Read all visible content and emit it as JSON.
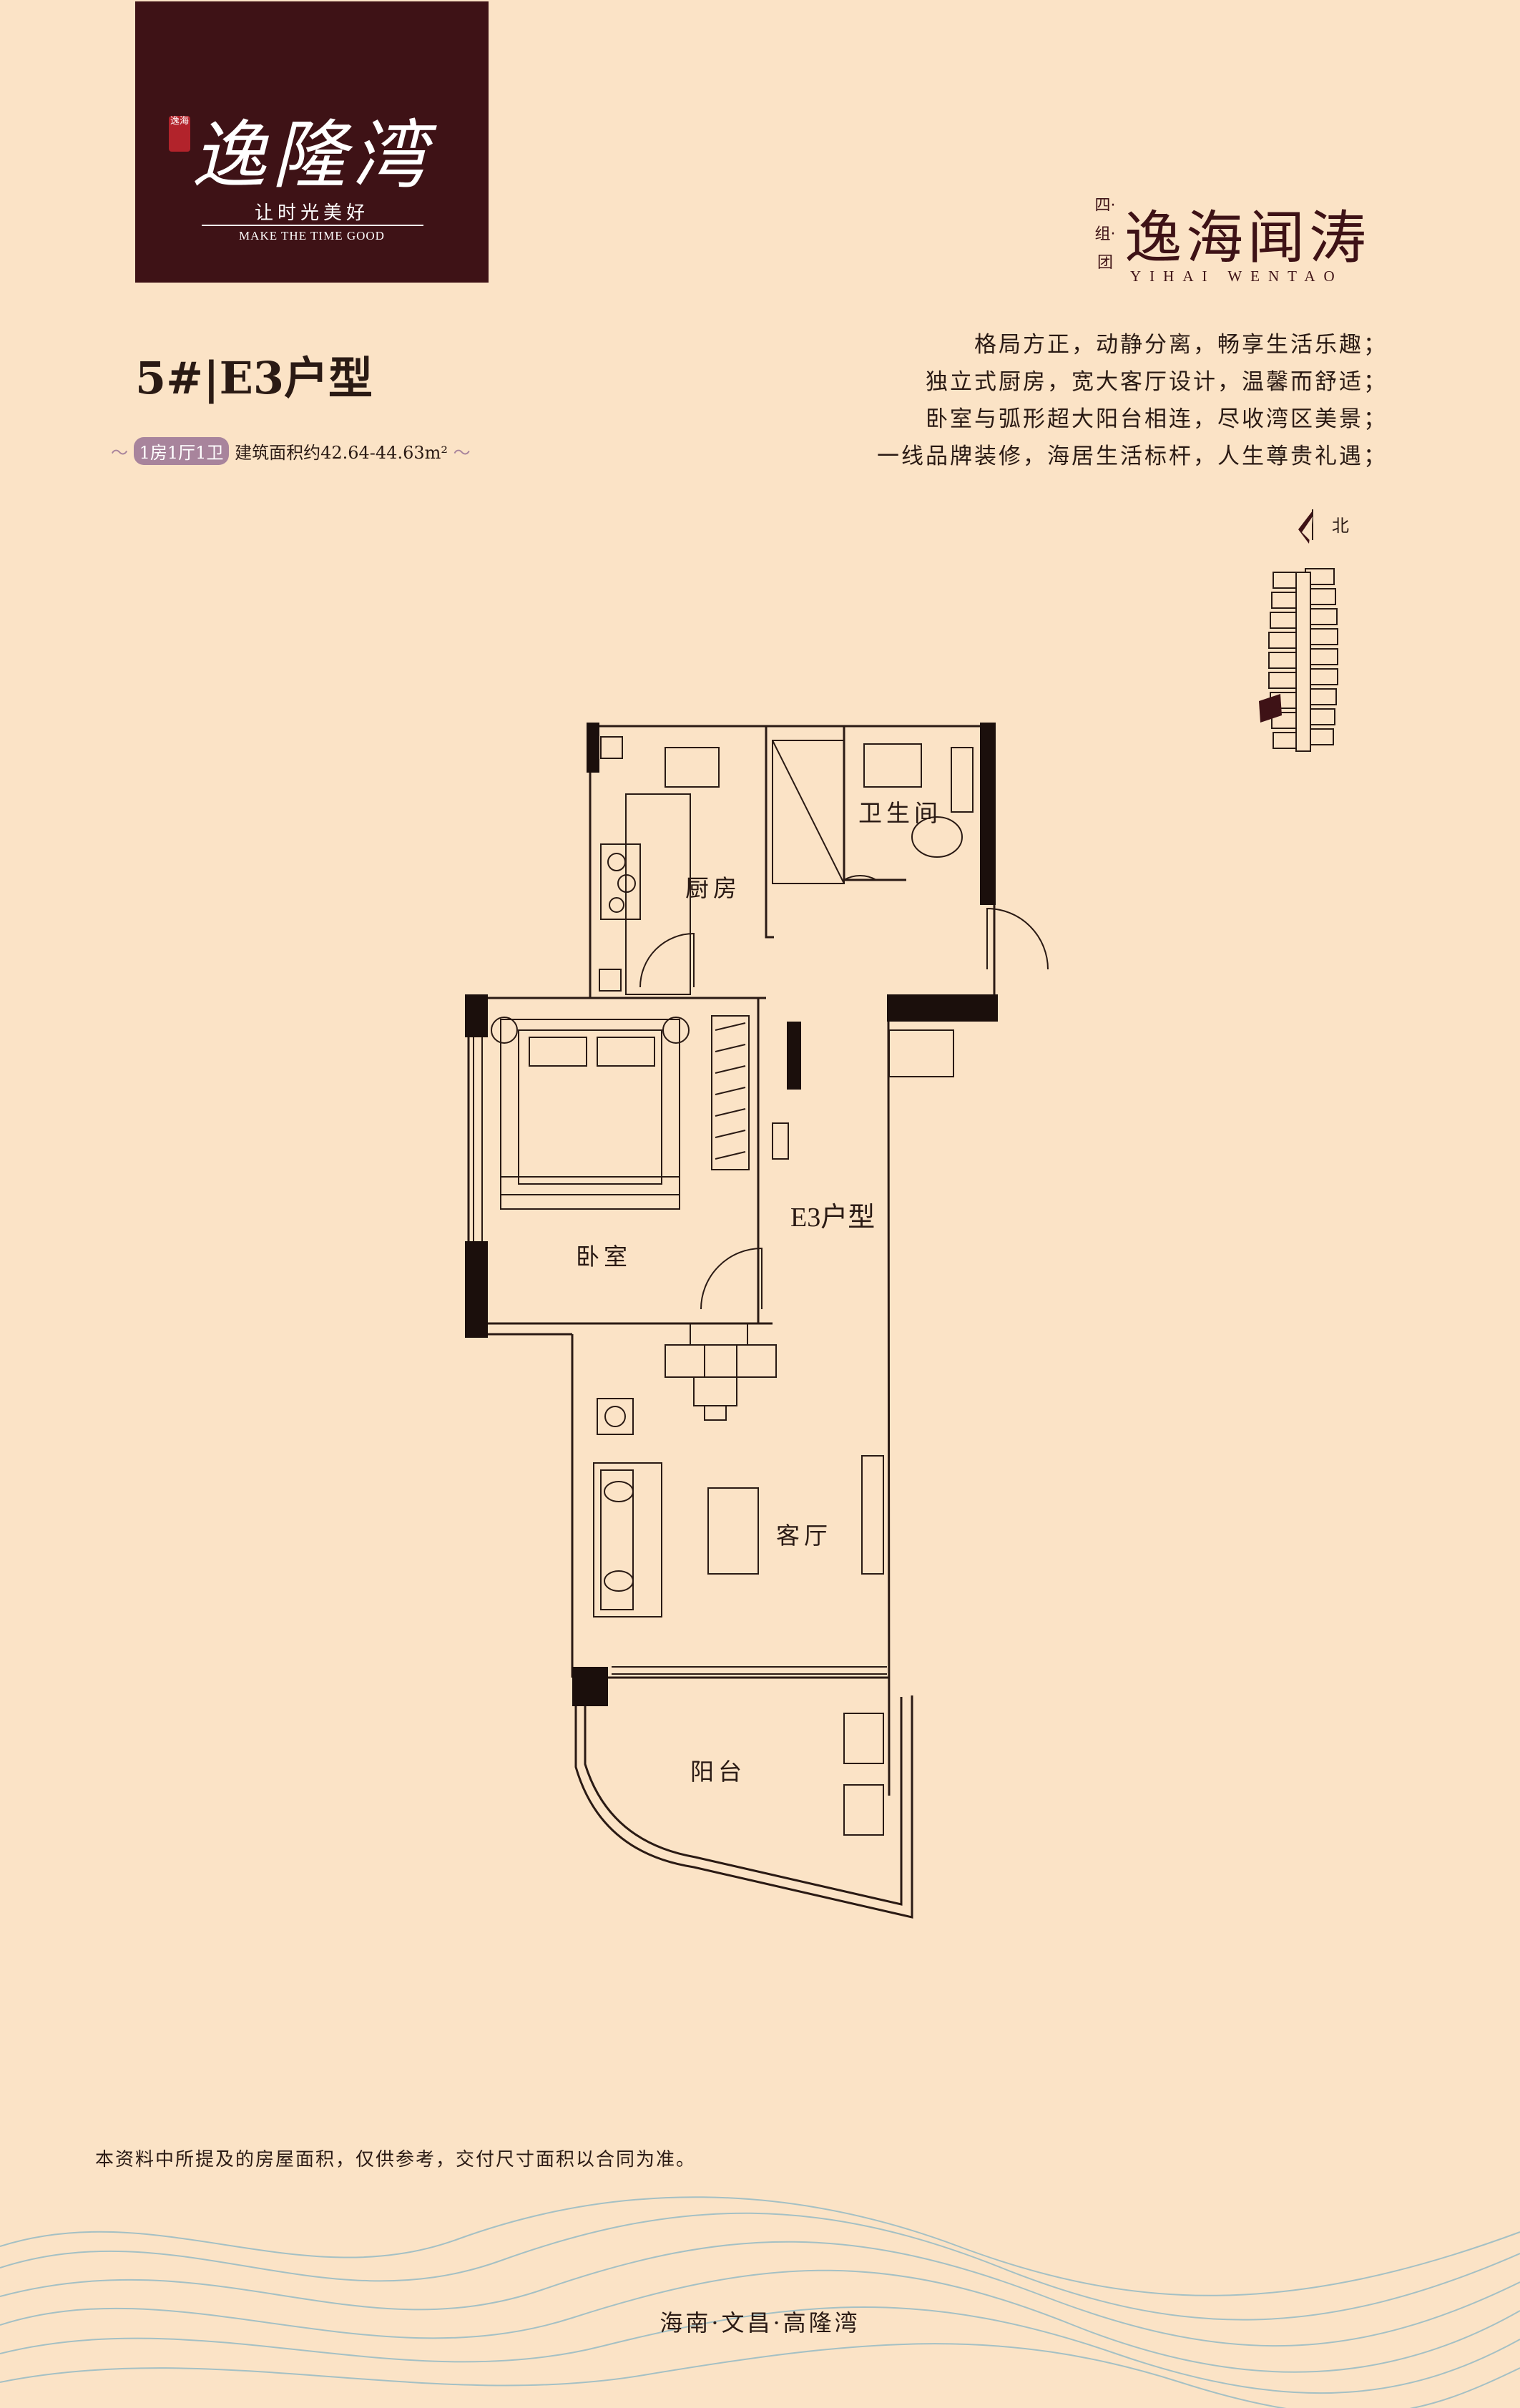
{
  "brand": {
    "logo_text": "逸隆湾",
    "seal_text": "逸海",
    "slogan_cn": "让时光美好",
    "slogan_en": "MAKE THE TIME GOOD",
    "colors": {
      "logo_bg": "#3e1216",
      "page_bg": "#fbe3c6",
      "pill": "#a8849c"
    }
  },
  "project": {
    "group_label": "四·组·团",
    "name": "逸海闻涛",
    "pinyin": "YIHAI WENTAO"
  },
  "unit": {
    "title": "5#|E3户型",
    "layout": "1房1厅1卫",
    "area_text": "建筑面积约42.64-44.63m²"
  },
  "description": [
    "格局方正，动静分离，畅享生活乐趣；",
    "独立式厨房，宽大客厅设计，温馨而舒适；",
    "卧室与弧形超大阳台相连，尽收湾区美景；",
    "一线品牌装修，海居生活标杆，人生尊贵礼遇；"
  ],
  "compass": {
    "label": "北"
  },
  "floor_plan": {
    "type_label": "E3户型",
    "rooms": {
      "kitchen": "厨房",
      "bathroom": "卫生间",
      "bedroom": "卧室",
      "living": "客厅",
      "balcony": "阳台"
    }
  },
  "disclaimer": "本资料中所提及的房屋面积，仅供参考，交付尺寸面积以合同为准。",
  "location": "海南·文昌·高隆湾"
}
